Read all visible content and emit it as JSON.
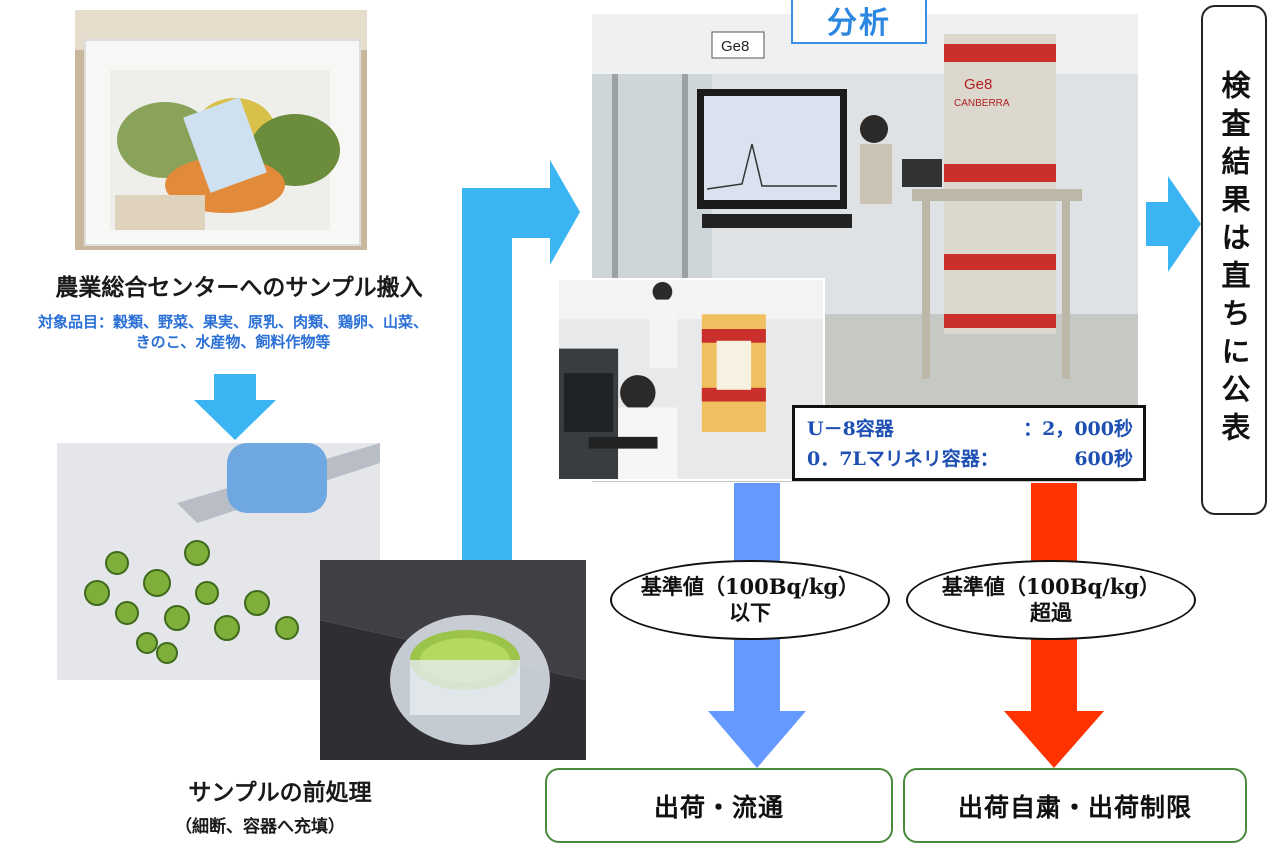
{
  "header": {
    "analysis_label": "分析"
  },
  "step1": {
    "title": "農業総合センターへのサンプル搬入",
    "items_line1": "対象品目：穀類、野菜、果実、原乳、肉類、鶏卵、山菜、",
    "items_line2": "きのこ、水産物、飼料作物等"
  },
  "step2": {
    "title": "サンプルの前処理",
    "subtitle": "（細断、容器へ充填）"
  },
  "equipment": {
    "monitor_tag": "Ge8",
    "detector_brand": "CANBERRA",
    "detector_model": "Ge8"
  },
  "measurement": {
    "row1_label": "U－8容器",
    "row1_value": "：2，000秒",
    "row2_label": "0．7Lマリネリ容器：",
    "row2_value": "600秒"
  },
  "result_below": {
    "line1": "基準値（100Bq/kg）",
    "line2": "以下"
  },
  "result_above": {
    "line1": "基準値（100Bq/kg）",
    "line2": "超過"
  },
  "outcome_below": "出荷・流通",
  "outcome_above": "出荷自粛・出荷制限",
  "publish": "検査結果は直ちに公表",
  "colors": {
    "flow_arrow": "#3ab4f2",
    "below_arrow": "#6699ff",
    "above_arrow": "#ff3300",
    "box_border": "#4a8a3c"
  }
}
